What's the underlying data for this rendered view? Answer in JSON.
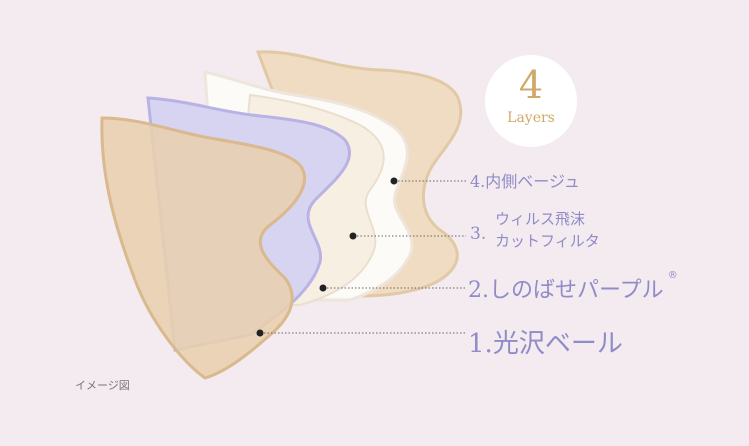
{
  "badge": {
    "number": "4",
    "word": "Layers"
  },
  "layers": [
    {
      "num": "4.",
      "text": "内側ベージュ"
    },
    {
      "num": "3.",
      "line1": "ウィルス飛沫",
      "line2": "カットフィルタ"
    },
    {
      "num": "2.",
      "text": "しのばせパープル",
      "mark": "®"
    },
    {
      "num": "1.",
      "text": "光沢ベール"
    }
  ],
  "caption": "イメージ図",
  "colors": {
    "background": "#f3ebef",
    "label": "#8f8cc7",
    "gold": "#cfa86a"
  }
}
